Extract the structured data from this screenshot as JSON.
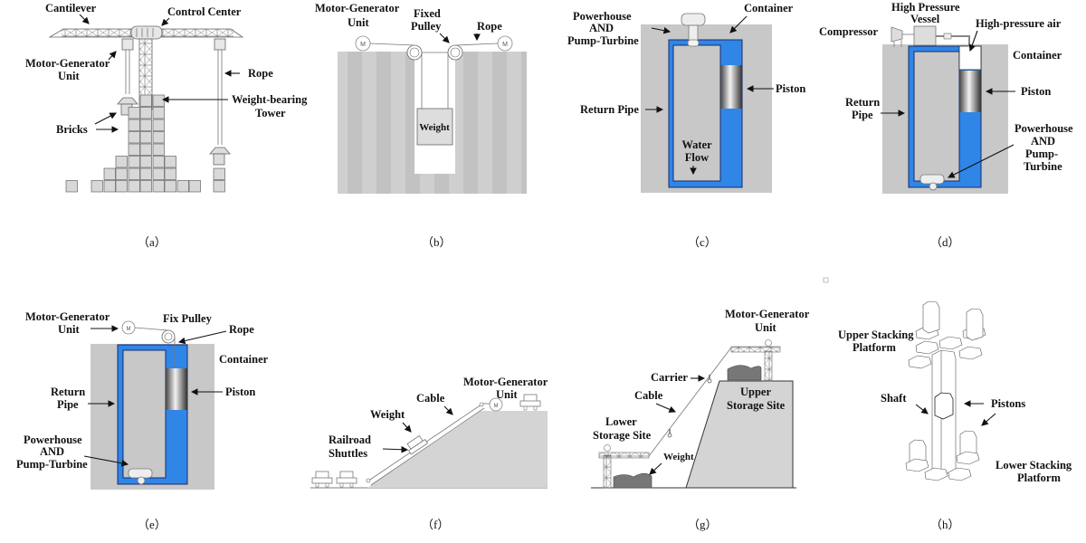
{
  "figure": {
    "panels": [
      {
        "id": "a",
        "caption": "（a）",
        "labels": {
          "cantilever": "Cantilever",
          "control_center": "Control Center",
          "motor_generator_1": "Motor-Generator",
          "motor_generator_2": "Unit",
          "rope": "Rope",
          "tower_1": "Weight-bearing",
          "tower_2": "Tower",
          "bricks": "Bricks"
        }
      },
      {
        "id": "b",
        "caption": "（b）",
        "labels": {
          "motor_generator_1": "Motor-Generator",
          "motor_generator_2": "Unit",
          "fixed_pulley_1": "Fixed",
          "fixed_pulley_2": "Pulley",
          "rope": "Rope",
          "weight": "Weight",
          "motor_symbol": "M"
        }
      },
      {
        "id": "c",
        "caption": "（c）",
        "labels": {
          "powerhouse_1": "Powerhouse",
          "powerhouse_2": "AND",
          "powerhouse_3": "Pump-Turbine",
          "container": "Container",
          "piston": "Piston",
          "return_pipe": "Return Pipe",
          "water_flow_1": "Water",
          "water_flow_2": "Flow"
        }
      },
      {
        "id": "d",
        "caption": "（d）",
        "labels": {
          "vessel_1": "High Pressure",
          "vessel_2": "Vessel",
          "compressor": "Compressor",
          "air": "High-pressure air",
          "container": "Container",
          "return_pipe_1": "Return",
          "return_pipe_2": "Pipe",
          "piston": "Piston",
          "powerhouse_1": "Powerhouse",
          "powerhouse_2": "AND",
          "powerhouse_3": "Pump-",
          "powerhouse_4": "Turbine"
        }
      },
      {
        "id": "e",
        "caption": "（e）",
        "labels": {
          "motor_generator_1": "Motor-Generator",
          "motor_generator_2": "Unit",
          "fix_pulley": "Fix Pulley",
          "rope": "Rope",
          "container": "Container",
          "return_pipe_1": "Return",
          "return_pipe_2": "Pipe",
          "piston": "Piston",
          "powerhouse_1": "Powerhouse",
          "powerhouse_2": "AND",
          "powerhouse_3": "Pump-Turbine",
          "motor_symbol": "M"
        }
      },
      {
        "id": "f",
        "caption": "（f）",
        "labels": {
          "motor_generator_1": "Motor-Generator",
          "motor_generator_2": "Unit",
          "cable": "Cable",
          "weight": "Weight",
          "shuttles_1": "Railroad",
          "shuttles_2": "Shuttles",
          "motor_symbol": "M"
        }
      },
      {
        "id": "g",
        "caption": "（g）",
        "labels": {
          "motor_generator_1": "Motor-Generator",
          "motor_generator_2": "Unit",
          "carrier": "Carrier",
          "cable": "Cable",
          "upper_1": "Upper",
          "upper_2": "Storage Site",
          "lower_1": "Lower",
          "lower_2": "Storage Site",
          "weight": "Weight"
        }
      },
      {
        "id": "h",
        "caption": "（h）",
        "labels": {
          "upper_1": "Upper Stacking",
          "upper_2": "Platform",
          "shaft": "Shaft",
          "pistons": "Pistons",
          "lower_1": "Lower Stacking",
          "lower_2": "Platform"
        }
      }
    ],
    "colors": {
      "water": "#2f86e6",
      "container": "#c8c8c8",
      "outline": "#1a2a6c",
      "ground": "#d4d4d4"
    }
  }
}
